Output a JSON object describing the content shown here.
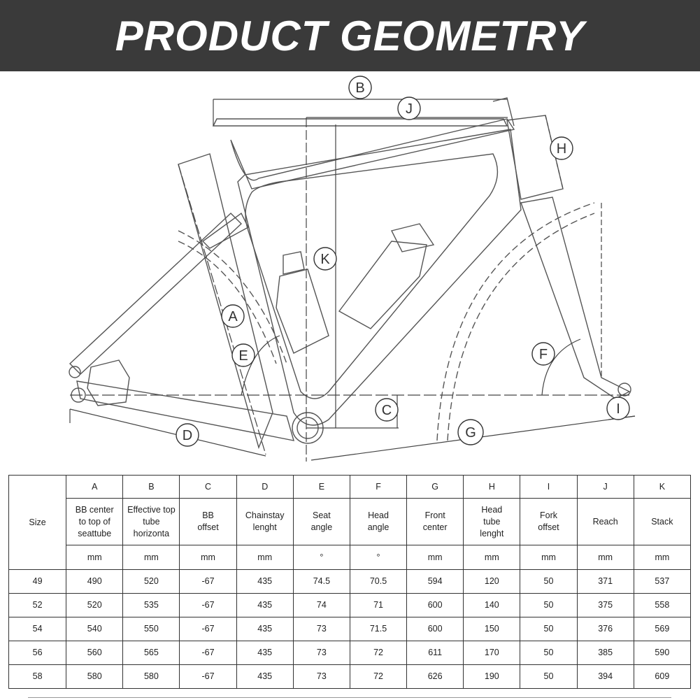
{
  "header": {
    "title": "PRODUCT GEOMETRY"
  },
  "diagram": {
    "labels": {
      "A": "A",
      "B": "B",
      "C": "C",
      "D": "D",
      "E": "E",
      "F": "F",
      "G": "G",
      "H": "H",
      "I": "I",
      "J": "J",
      "K": "K"
    }
  },
  "table": {
    "size_header": "Size",
    "columns": [
      {
        "letter": "A",
        "line1": "BB center",
        "line2": "to top of",
        "line3": "seattube",
        "unit": "mm"
      },
      {
        "letter": "B",
        "line1": "Effective top",
        "line2": "tube",
        "line3": "horizonta",
        "unit": "mm"
      },
      {
        "letter": "C",
        "line1": "BB",
        "line2": "offset",
        "line3": "",
        "unit": "mm"
      },
      {
        "letter": "D",
        "line1": "Chainstay",
        "line2": "lenght",
        "line3": "",
        "unit": "mm"
      },
      {
        "letter": "E",
        "line1": "Seat",
        "line2": "angle",
        "line3": "",
        "unit": "°"
      },
      {
        "letter": "F",
        "line1": "Head",
        "line2": "angle",
        "line3": "",
        "unit": "°"
      },
      {
        "letter": "G",
        "line1": "Front",
        "line2": "center",
        "line3": "",
        "unit": "mm"
      },
      {
        "letter": "H",
        "line1": "Head",
        "line2": "tube",
        "line3": "lenght",
        "unit": "mm"
      },
      {
        "letter": "I",
        "line1": "Fork",
        "line2": "offset",
        "line3": "",
        "unit": "mm"
      },
      {
        "letter": "J",
        "line1": "Reach",
        "line2": "",
        "line3": "",
        "unit": "mm"
      },
      {
        "letter": "K",
        "line1": "Stack",
        "line2": "",
        "line3": "",
        "unit": "mm"
      }
    ],
    "rows": [
      {
        "size": "49",
        "values": [
          "490",
          "520",
          "-67",
          "435",
          "74.5",
          "70.5",
          "594",
          "120",
          "50",
          "371",
          "537"
        ]
      },
      {
        "size": "52",
        "values": [
          "520",
          "535",
          "-67",
          "435",
          "74",
          "71",
          "600",
          "140",
          "50",
          "375",
          "558"
        ]
      },
      {
        "size": "54",
        "values": [
          "540",
          "550",
          "-67",
          "435",
          "73",
          "71.5",
          "600",
          "150",
          "50",
          "376",
          "569"
        ]
      },
      {
        "size": "56",
        "values": [
          "560",
          "565",
          "-67",
          "435",
          "73",
          "72",
          "611",
          "170",
          "50",
          "385",
          "590"
        ]
      },
      {
        "size": "58",
        "values": [
          "580",
          "580",
          "-67",
          "435",
          "73",
          "72",
          "626",
          "190",
          "50",
          "394",
          "609"
        ]
      }
    ]
  }
}
